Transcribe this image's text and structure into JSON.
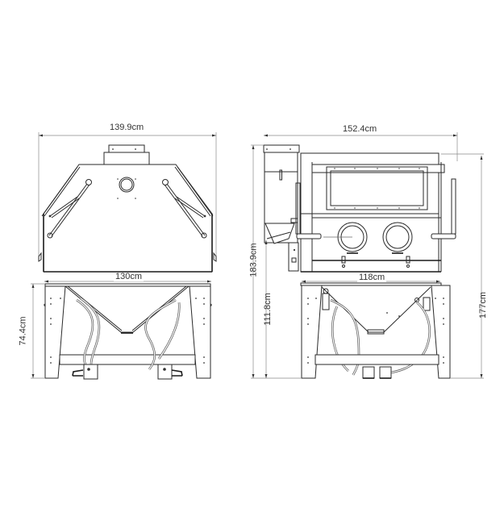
{
  "diagram": {
    "subject": "Sandblast cabinet dimension drawing",
    "views": [
      {
        "name": "side-view",
        "dimensions": {
          "overall_width": "139.9cm",
          "base_width": "130cm",
          "stand_height": "74.4cm"
        }
      },
      {
        "name": "front-view",
        "dimensions": {
          "overall_width": "152.4cm",
          "base_width": "118cm",
          "overall_height": "183.9cm",
          "working_height": "111.8cm",
          "cabinet_height": "177cm"
        }
      }
    ],
    "colors": {
      "line": "#2a2a2a",
      "dimension_line": "#8a8a8a",
      "background": "#ffffff"
    }
  }
}
